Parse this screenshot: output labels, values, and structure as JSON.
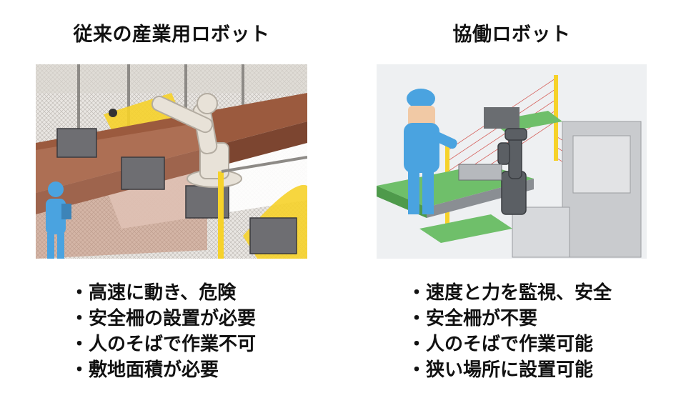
{
  "left": {
    "title": "従来の産業用ロボット",
    "illustration": "industrial-robot-with-safety-fence",
    "points": [
      "高速に動き、危険",
      "安全柵の設置が必要",
      "人のそばで作業不可",
      "敷地面積が必要"
    ]
  },
  "right": {
    "title": "協働ロボット",
    "illustration": "collaborative-robot-workcell",
    "points": [
      "速度と力を監視、安全",
      "安全柵が不要",
      "人のそばで作業可能",
      "狭い場所に設置可能"
    ]
  },
  "colors": {
    "human": "#4aa3e0",
    "warning_zone": "#f6d22a",
    "robot_body": "#e8e2d8",
    "conveyor": "#6fbf6a",
    "sensor_light": "#d0413b"
  }
}
